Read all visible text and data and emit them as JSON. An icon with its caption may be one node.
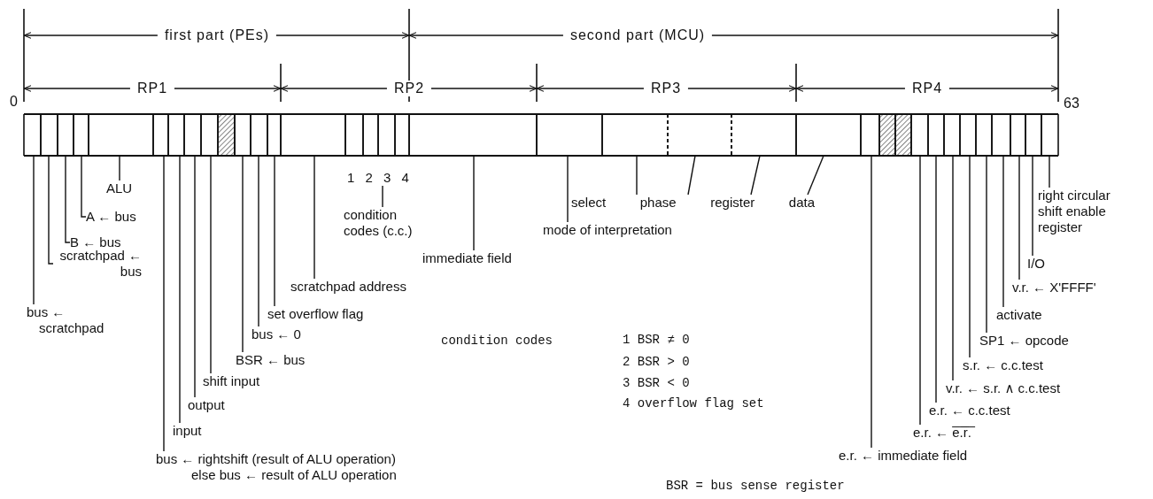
{
  "diagram": {
    "nodes": [
      {
        "text": [],
        "shape": "box"
      },
      {
        "text": [],
        "shape": "box"
      },
      {
        "text": [],
        "shape": "box"
      },
      {
        "text": [],
        "shape": "box"
      },
      {
        "text": [],
        "shape": "box"
      },
      {
        "text": [],
        "shape": "box"
      },
      {
        "text": [],
        "shape": "box"
      },
      {
        "text": [],
        "shape": "box"
      },
      {
        "text": [],
        "shape": "box"
      },
      {
        "text": [],
        "shape": "box"
      },
      {
        "text": [],
        "shape": "box"
      },
      {
        "text": [],
        "shape": "box"
      },
      {
        "text": [],
        "shape": "box"
      },
      {
        "text": [],
        "shape": "box"
      },
      {
        "text": [],
        "shape": "box"
      },
      {
        "text": [],
        "shape": "box"
      },
      {
        "text": [],
        "shape": "box"
      },
      {
        "text": [],
        "shape": "box"
      },
      {
        "text": [],
        "shape": "box"
      },
      {
        "text": [],
        "shape": "box"
      },
      {
        "text": [],
        "shape": "box"
      },
      {
        "text": [],
        "shape": "box"
      },
      {
        "text": [],
        "shape": "box"
      },
      {
        "text": [],
        "shape": "box"
      },
      {
        "text": [],
        "shape": "box"
      },
      {
        "text": [],
        "shape": "box"
      },
      {
        "text": [],
        "shape": "box"
      },
      {
        "text": [],
        "shape": "box"
      },
      {
        "text": [],
        "shape": "box"
      },
      {
        "text": [],
        "shape": "box"
      },
      {
        "text": [],
        "shape": "box"
      },
      {
        "text": [],
        "shape": "box"
      },
      {
        "text": [],
        "shape": "box"
      },
      {
        "text": [],
        "shape": "box"
      },
      {
        "text": [],
        "shape": "box"
      },
      {
        "text": [],
        "shape": "box"
      },
      {
        "text": [
          "bus ← scratchpad"
        ]
      },
      {
        "text": [
          "scratchpad ← bus"
        ]
      },
      {
        "text": [
          "B ← bus"
        ]
      },
      {
        "text": [
          "A ← bus"
        ]
      },
      {
        "text": [
          "ALU"
        ]
      },
      {
        "text": [
          "bus ← rightshift (result of ALU operation) else bus ← result of ALU operation"
        ]
      },
      {
        "text": [
          "input"
        ]
      },
      {
        "text": [
          "output"
        ]
      },
      {
        "text": [
          "shift input"
        ]
      },
      {
        "text": [
          "BSR ← bus"
        ]
      },
      {
        "text": [
          "bus ← 0"
        ]
      },
      {
        "text": [
          "set overflow flag"
        ]
      },
      {
        "text": [
          "scratchpad address"
        ]
      },
      {
        "text": [
          "1 2 3 4"
        ]
      },
      {
        "text": [
          "condition codes (c.c.)"
        ]
      },
      {
        "text": [
          "immediate field"
        ]
      },
      {
        "text": [
          "mode of interpretation"
        ]
      },
      {
        "text": [
          "select phase register data"
        ]
      },
      {
        "text": [
          "e.r. ← immediate field"
        ]
      },
      {
        "text": [
          "e.r. ← e̅.̅r̅.̅"
        ]
      },
      {
        "text": [
          "e.r. ← c.c.test"
        ]
      },
      {
        "text": [
          "v.r. ← s.r. ∧ c.c.test"
        ]
      },
      {
        "text": [
          "s.r. ← c.c.test"
        ]
      },
      {
        "text": [
          "SP1 ← opcode"
        ]
      },
      {
        "text": [
          "activate"
        ]
      },
      {
        "text": [
          "v.r. ← X'FFFF'"
        ]
      },
      {
        "text": [
          "I/O"
        ]
      },
      {
        "text": [
          "right circular shift enable register"
        ]
      }
    ],
    "edges": [
      {
        "from": 36,
        "to": 0,
        "arrow": "none"
      },
      {
        "from": 37,
        "to": 1,
        "arrow": "none"
      },
      {
        "from": 38,
        "to": 2,
        "arrow": "none"
      },
      {
        "from": 39,
        "to": 3,
        "arrow": "none"
      },
      {
        "from": 40,
        "to": 4,
        "arrow": "none"
      },
      {
        "from": 41,
        "to": 5,
        "arrow": "none"
      },
      {
        "from": 42,
        "to": 6,
        "arrow": "none"
      },
      {
        "from": 43,
        "to": 7,
        "arrow": "none"
      },
      {
        "from": 44,
        "to": 8,
        "arrow": "none"
      },
      {
        "from": 45,
        "to": 10,
        "arrow": "none"
      },
      {
        "from": 46,
        "to": 11,
        "arrow": "none"
      },
      {
        "from": 47,
        "to": 12,
        "arrow": "none"
      },
      {
        "from": 48,
        "to": 13,
        "arrow": "none"
      },
      {
        "from": 49,
        "to": 50,
        "arrow": "none"
      },
      {
        "from": 51,
        "to": 18,
        "arrow": "none"
      },
      {
        "from": 52,
        "to": 19,
        "arrow": "none"
      },
      {
        "from": 53,
        "to": 20,
        "arrow": "none"
      },
      {
        "from": 53,
        "to": 21,
        "arrow": "none"
      },
      {
        "from": 53,
        "to": 22,
        "arrow": "none"
      },
      {
        "from": 53,
        "to": 23,
        "arrow": "none"
      },
      {
        "from": 54,
        "to": 24,
        "arrow": "none"
      },
      {
        "from": 55,
        "to": 27,
        "arrow": "none"
      },
      {
        "from": 56,
        "to": 28,
        "arrow": "none"
      },
      {
        "from": 57,
        "to": 29,
        "arrow": "none"
      },
      {
        "from": 58,
        "to": 30,
        "arrow": "none"
      },
      {
        "from": 59,
        "to": 31,
        "arrow": "none"
      },
      {
        "from": 60,
        "to": 32,
        "arrow": "none"
      },
      {
        "from": 61,
        "to": 33,
        "arrow": "none"
      },
      {
        "from": 62,
        "to": 34,
        "arrow": "none"
      },
      {
        "from": 63,
        "to": 35,
        "arrow": "none"
      }
    ],
    "labels": [
      "first part (PEs)",
      "second part (MCU)",
      "RP1",
      "RP2",
      "RP3",
      "RP4",
      "0",
      "63",
      "condition codes",
      "1 BSR ≠ 0",
      "2 BSR > 0",
      "3 BSR < 0",
      "4 overflow flag set",
      "BSR = bus sense register"
    ]
  }
}
